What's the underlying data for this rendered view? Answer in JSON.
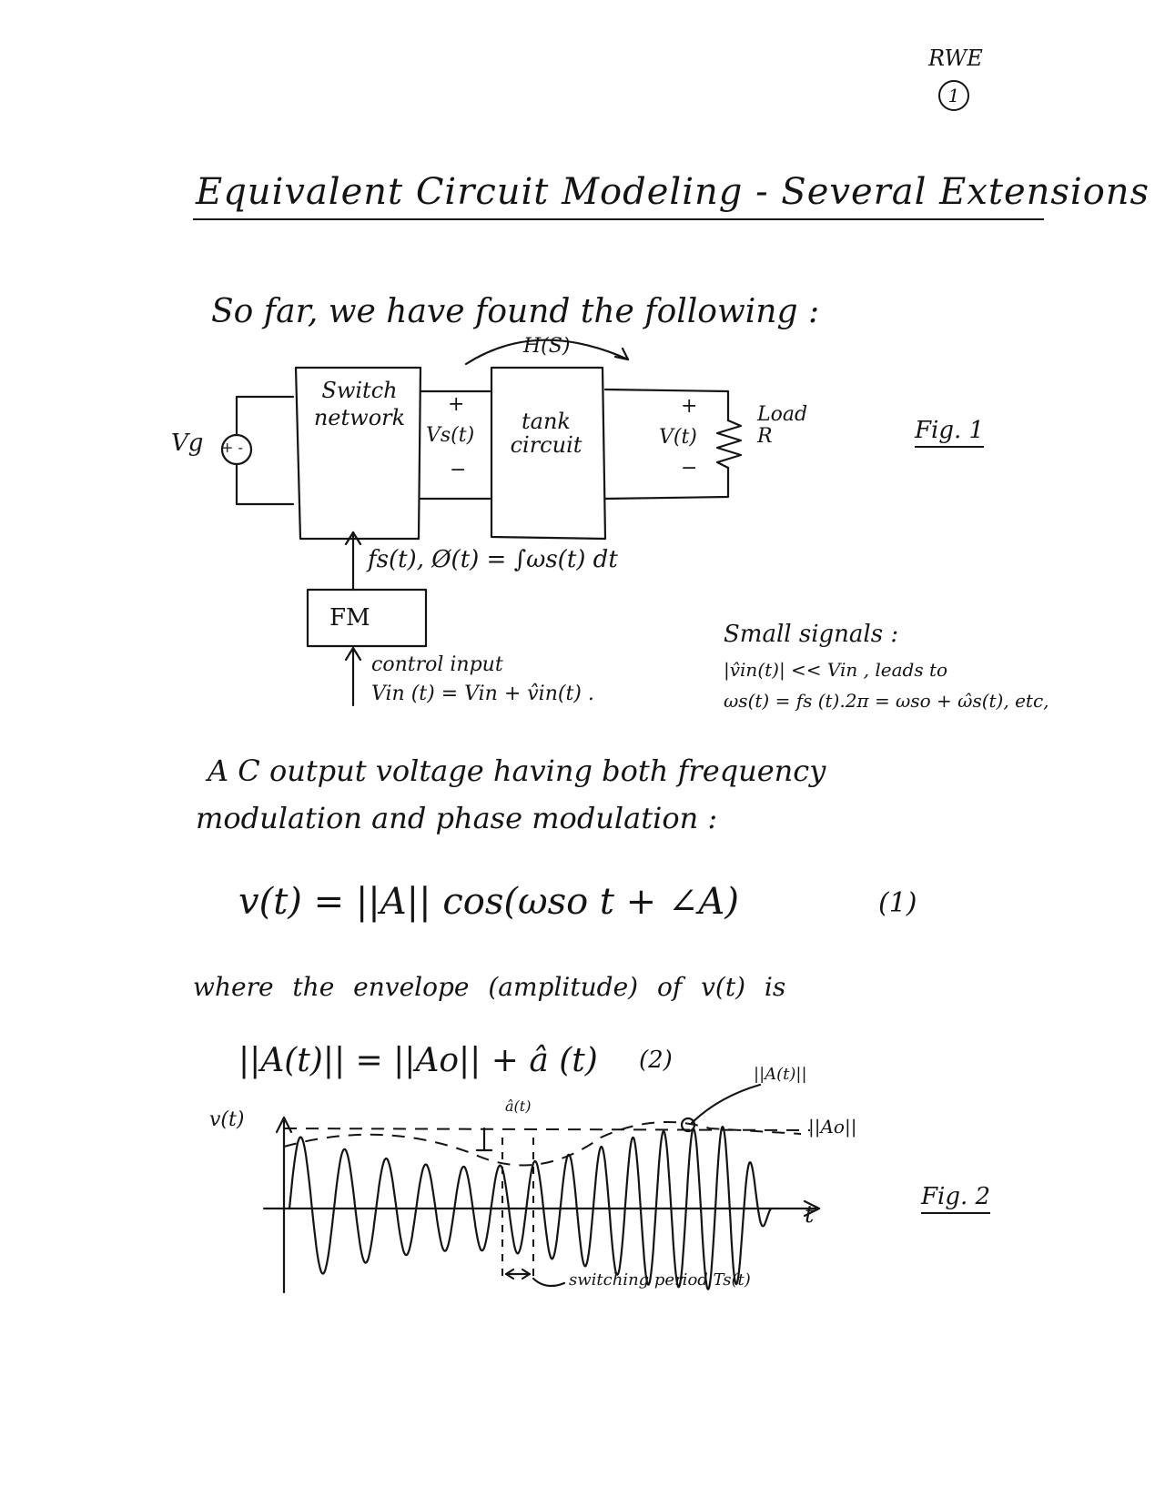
{
  "header": {
    "corner_initials": "RWE",
    "page_number": "1"
  },
  "title": "Equivalent Circuit Modeling - Several Extensions",
  "intro": "So far, we have found the following :",
  "figure1": {
    "source_label": "Vg",
    "source_polarity": "+ -",
    "switch_box": "Switch network",
    "vs_label": "Vs(t)",
    "tank_box": "tank circuit",
    "transfer_label": "H(S)",
    "vout_label": "V(t)",
    "load_label": "Load R",
    "fig_label": "Fig. 1",
    "control_signal": "fs(t), Ø(t) = ∫ωs(t) dt",
    "fm_box": "FM",
    "control_input_label": "control input",
    "control_input_eq": "Vin (t) = Vin + v̂in(t) ."
  },
  "small_signals": {
    "heading": "Small signals :",
    "line1": "|v̂in(t)| << Vin , leads to",
    "line2": "ωs(t) = fs (t).2π = ωso + ω̂s(t), etc,"
  },
  "paragraph1": {
    "line1": "A C output voltage having both frequency",
    "line2": "modulation and phase modulation :"
  },
  "equation1": {
    "text": "v(t) = ||A|| cos(ωso t + ∠A)",
    "number": "(1)"
  },
  "paragraph2": {
    "text": "where the envelope (amplitude) of v(t) is"
  },
  "equation2": {
    "text": "||A(t)|| = ||Ao|| + â (t)",
    "number": "(2)"
  },
  "figure2": {
    "y_label": "v(t)",
    "x_label": "t",
    "envelope_label": "||A(t)||",
    "mean_label": "||Ao||",
    "deviation_label": "â(t)",
    "period_label": "switching period Ts(t)",
    "fig_label": "Fig. 2"
  }
}
